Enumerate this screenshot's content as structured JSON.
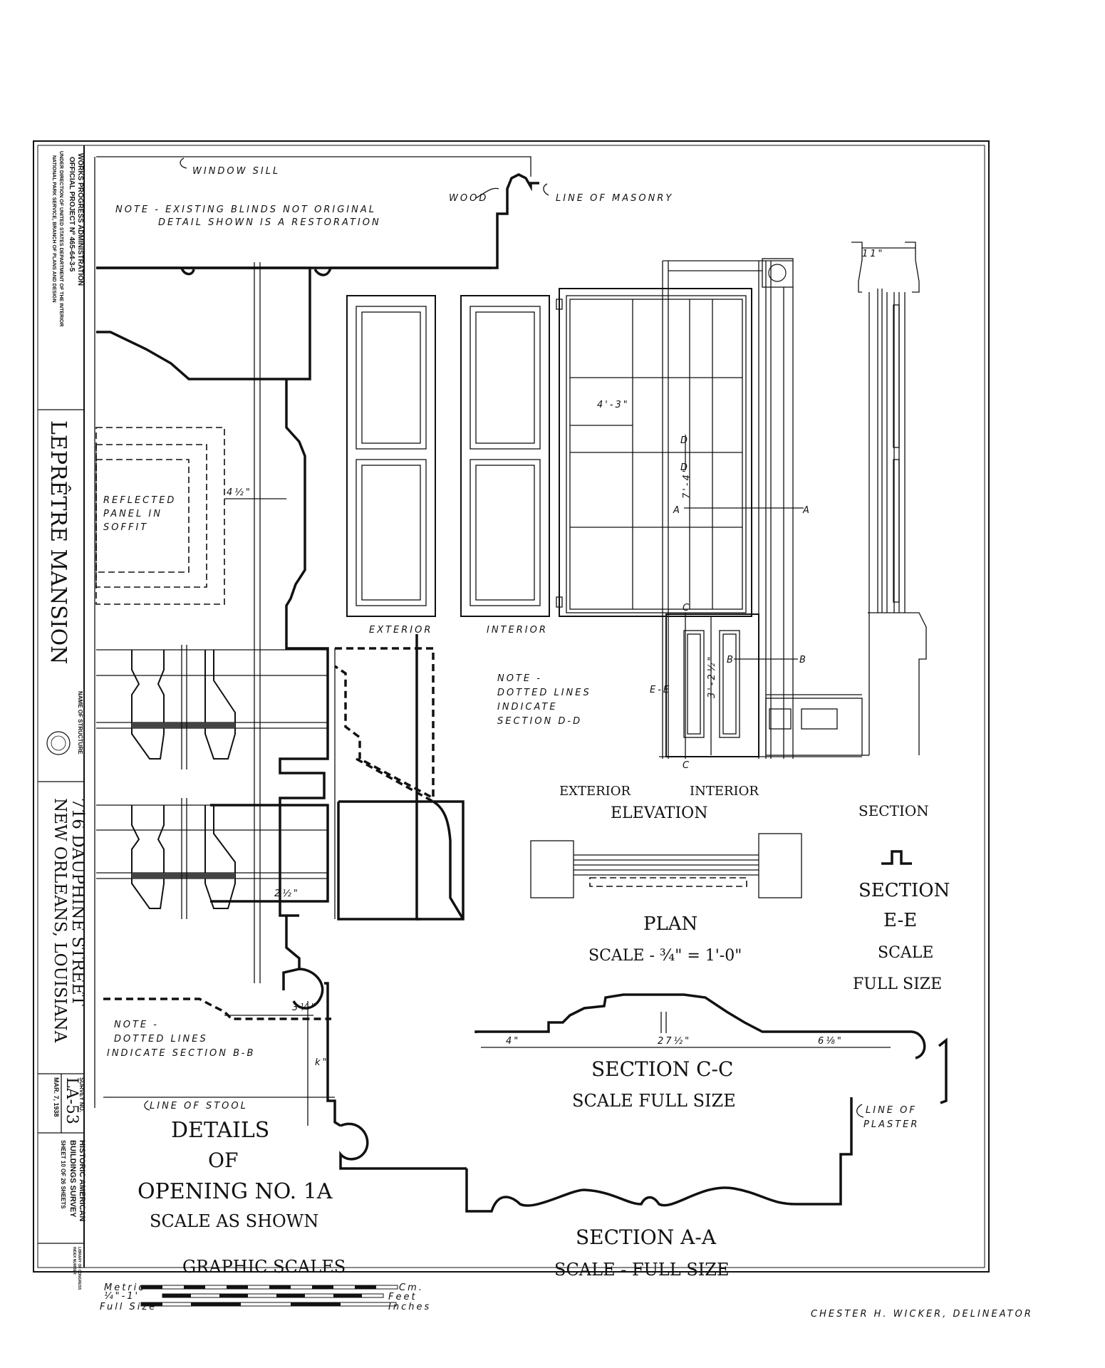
{
  "title_block": {
    "agency_line1": "WORKS PROGRESS ADMINISTRATION",
    "agency_line2": "OFFICIAL PROJECT Nº 465-64-3-5",
    "agency_line3": "UNDER DIRECTION OF UNITED STATES DEPARTMENT OF THE INTERIOR",
    "agency_line4": "NATIONAL PARK SERVICE, BRANCH OF PLANS AND DESIGN",
    "structure_name": "LEPRÊTRE MANSION",
    "name_label": "NAME OF STRUCTURE",
    "address_line1": "716 DAUPHINE STREET",
    "address_line2": "NEW ORLEANS, LOUISIANA",
    "survey_label": "SURVEY NO.",
    "survey_no": "LA-53",
    "survey_date": "MAR. 7, 1938",
    "habs_line1": "HISTORIC AMERICAN",
    "habs_line2": "BUILDINGS SURVEY",
    "sheet_text": "SHEET 10 OF 26 SHEETS",
    "library_line1": "LIBRARY OF CONGRESS",
    "library_line2": "INDEX NUMBER"
  },
  "annotations": {
    "window_sill": "WINDOW SILL",
    "wood": "WOOD",
    "line_of_masonry": "LINE OF MASONRY",
    "note_blinds_1": "NOTE - EXISTING BLINDS NOT ORIGINAL",
    "note_blinds_2": "DETAIL SHOWN IS A RESTORATION",
    "reflected_1": "REFLECTED",
    "reflected_2": "PANEL IN",
    "reflected_3": "SOFFIT",
    "dim_4_half": "4½\"",
    "dim_2_half": "2½\"",
    "dim_3_quarter": "3¼\"",
    "dim_k": "k\"",
    "dim_4_3": "4'-3\"",
    "dim_7_4": "7'-4\"",
    "dim_3_2": "3'-2½\"",
    "dim_11": "11\"",
    "exterior_lbl": "EXTERIOR",
    "interior_lbl": "INTERIOR",
    "note_dd_1": "NOTE -",
    "note_dd_2": "DOTTED LINES",
    "note_dd_3": "INDICATE",
    "note_dd_4": "SECTION D-D",
    "note_bb_1": "NOTE -",
    "note_bb_2": "DOTTED LINES",
    "note_bb_3": "INDICATE SECTION B-B",
    "line_of_stool": "LINE OF STOOL",
    "line_of_plaster_1": "LINE OF",
    "line_of_plaster_2": "PLASTER",
    "cut_a": "A",
    "cut_b": "B",
    "cut_c": "C",
    "cut_d": "D",
    "cut_e": "E-E",
    "dim_c1": "4\"",
    "dim_c2": "27½\"",
    "dim_c3": "6⅛\"",
    "delineator": "CHESTER H. WICKER, DELINEATOR"
  },
  "titles": {
    "ext_elev_1": "EXTERIOR",
    "ext_elev_2": "INTERIOR",
    "elevation": "ELEVATION",
    "section": "SECTION",
    "plan": "PLAN",
    "plan_scale": "SCALE - ¾\" = 1'-0\"",
    "section_ee": "SECTION",
    "section_ee_2": "E-E",
    "section_ee_3": "SCALE",
    "section_ee_4": "FULL SIZE",
    "section_cc": "SECTION C-C",
    "section_cc_scale": "SCALE FULL SIZE",
    "details_1": "DETAILS",
    "details_2": "OF",
    "details_3": "OPENING NO. 1A",
    "details_4": "SCALE AS SHOWN",
    "section_aa": "SECTION A-A",
    "section_aa_scale": "SCALE - FULL SIZE",
    "graphic_scales": "GRAPHIC SCALES"
  },
  "scales": {
    "metric": "Metric",
    "quarter": "¼\"-1'",
    "full": "Full Size",
    "cm": "Cm.",
    "feet": "Feet",
    "inches": "Inches"
  }
}
